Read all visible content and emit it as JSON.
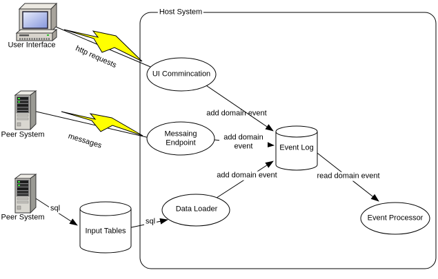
{
  "diagram": {
    "container": {
      "title": "Host System"
    },
    "external_nodes": {
      "user_interface": {
        "label": "User Interface",
        "icon": "desktop-computer-icon"
      },
      "peer_system_top": {
        "label": "Peer System",
        "icon": "server-tower-icon"
      },
      "peer_system_bottom": {
        "label": "Peer System",
        "icon": "server-tower-icon"
      }
    },
    "internal_nodes": {
      "ui_communication": {
        "label": "UI Commincation",
        "shape": "ellipse"
      },
      "messaging_endpoint": {
        "label": "Messaing Endpoint",
        "shape": "ellipse"
      },
      "data_loader": {
        "label": "Data Loader",
        "shape": "ellipse"
      },
      "event_processor": {
        "label": "Event Processor",
        "shape": "ellipse"
      },
      "event_log": {
        "label": "Event Log",
        "shape": "cylinder"
      },
      "input_tables": {
        "label": "Input Tables",
        "shape": "cylinder"
      }
    },
    "connectors": {
      "http_requests": {
        "label": "http requests",
        "style": "lightning-bolt"
      },
      "messages": {
        "label": "messages",
        "style": "lightning-bolt"
      },
      "sql_to_input_tables": {
        "label": "sql",
        "style": "arrow"
      },
      "sql_to_data_loader": {
        "label": "sql",
        "style": "arrow"
      },
      "ui_to_event_log": {
        "label": "add domain event",
        "style": "arrow"
      },
      "endpoint_to_event_log": {
        "label": "add domain event",
        "style": "arrow"
      },
      "loader_to_event_log": {
        "label": "add domain event",
        "style": "arrow"
      },
      "log_to_processor": {
        "label": "read domain event",
        "style": "arrow"
      }
    },
    "colors": {
      "bolt_fill": "#ffff00",
      "stroke": "#000000",
      "shape_fill": "#ffffff"
    }
  }
}
